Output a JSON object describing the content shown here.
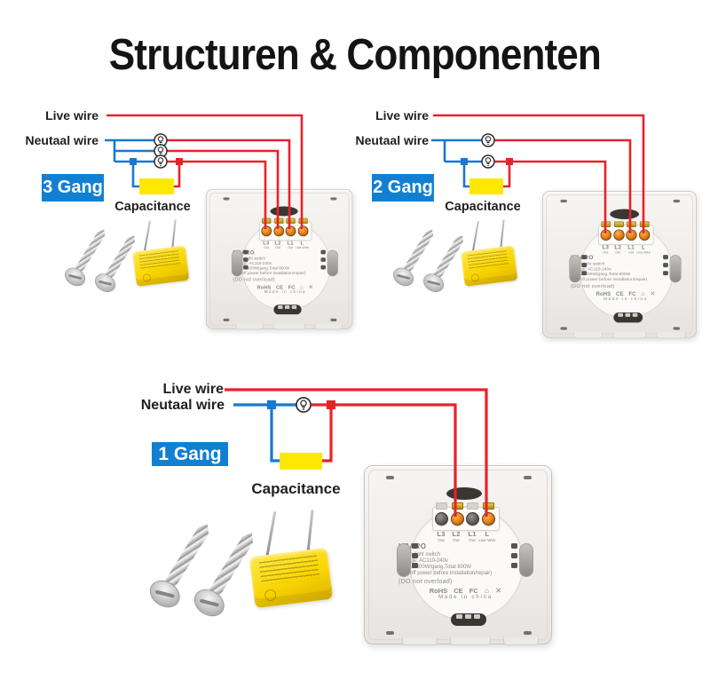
{
  "title": "Structuren & Componenten",
  "sections": [
    {
      "gang_label": "3 Gang",
      "live_wire_label": "Live wire",
      "neutral_wire_label": "Neutaal wire",
      "capacitance_label": "Capacitance",
      "bulb_count": 3
    },
    {
      "gang_label": "2 Gang",
      "live_wire_label": "Live wire",
      "neutral_wire_label": "Neutaal wire",
      "capacitance_label": "Capacitance",
      "bulb_count": 2
    },
    {
      "gang_label": "1 Gang",
      "live_wire_label": "Live wire",
      "neutral_wire_label": "Neutaal wire",
      "capacitance_label": "Capacitance",
      "bulb_count": 1
    }
  ],
  "switch_back": {
    "brand": "UBARO",
    "terminals": [
      {
        "name": "L3",
        "sub": "Out"
      },
      {
        "name": "L2",
        "sub": "Out"
      },
      {
        "name": "L1",
        "sub": "Out"
      },
      {
        "name": "L",
        "sub": "Live Wire"
      }
    ],
    "spec_lines": [
      "Touch light switch",
      "Voltage: AC110-240v",
      "Output:300W/gang,Total 800W",
      "(Cut off power before installation/repair)"
    ],
    "warning_line": "(DO not overload)",
    "cert_marks": [
      "RoHS",
      "CE",
      "FC"
    ],
    "cert_icons": [
      {
        "name": "house-icon",
        "glyph": "⌂"
      },
      {
        "name": "cross-icon",
        "glyph": "✕"
      }
    ],
    "made_in": "Made in china"
  },
  "colors": {
    "live_wire": "#e8222a",
    "neutral_wire": "#1878d2",
    "gang_badge": "#1180d2",
    "capacitor_symbol": "#ffe800",
    "capacitor_component": "#f8d501",
    "title_text": "#141414"
  }
}
